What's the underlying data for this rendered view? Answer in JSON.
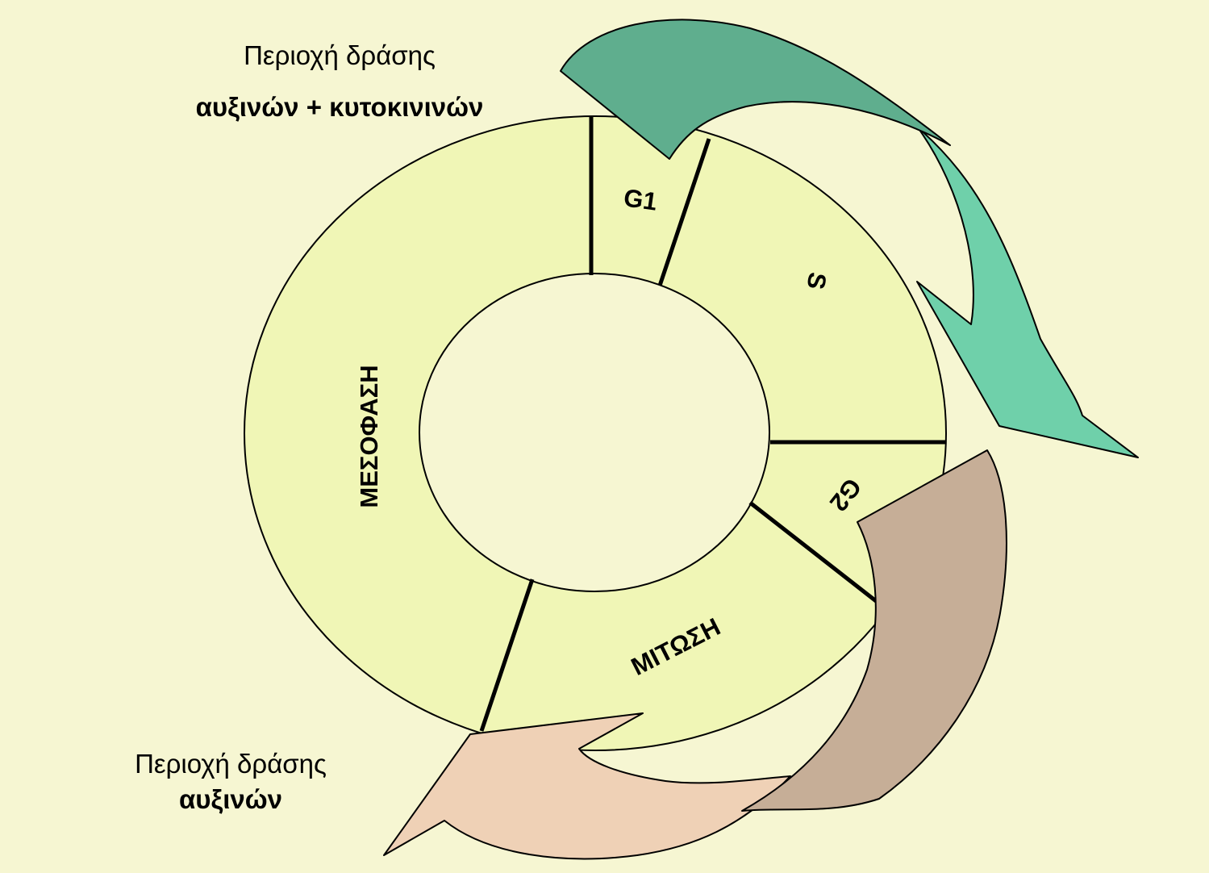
{
  "colors": {
    "background": "#f6f6d2",
    "ring_fill": "#f0f6b6",
    "hole_fill": "#f6f6d2",
    "arrow_top_dark": "#5fae8e",
    "arrow_top_light": "#6fd0aa",
    "arrow_bottom_dark": "#c6ae97",
    "arrow_bottom_light": "#efd1b6"
  },
  "labels": {
    "top_line1": "Περιοχή δράσης",
    "top_line2": "αυξινών + κυτοκινινών",
    "bottom_line1": "Περιοχή δράσης",
    "bottom_line2": "αυξινών"
  },
  "phases": {
    "g1": "G1",
    "s": "S",
    "g2": "G2",
    "mitosis": "ΜΙΤΩΣΗ",
    "interphase": "ΜΕΣΟΦΑΣΗ"
  },
  "icons": {
    "top_arrow": "curved-arrow-icon",
    "bottom_arrow": "curved-arrow-icon"
  }
}
